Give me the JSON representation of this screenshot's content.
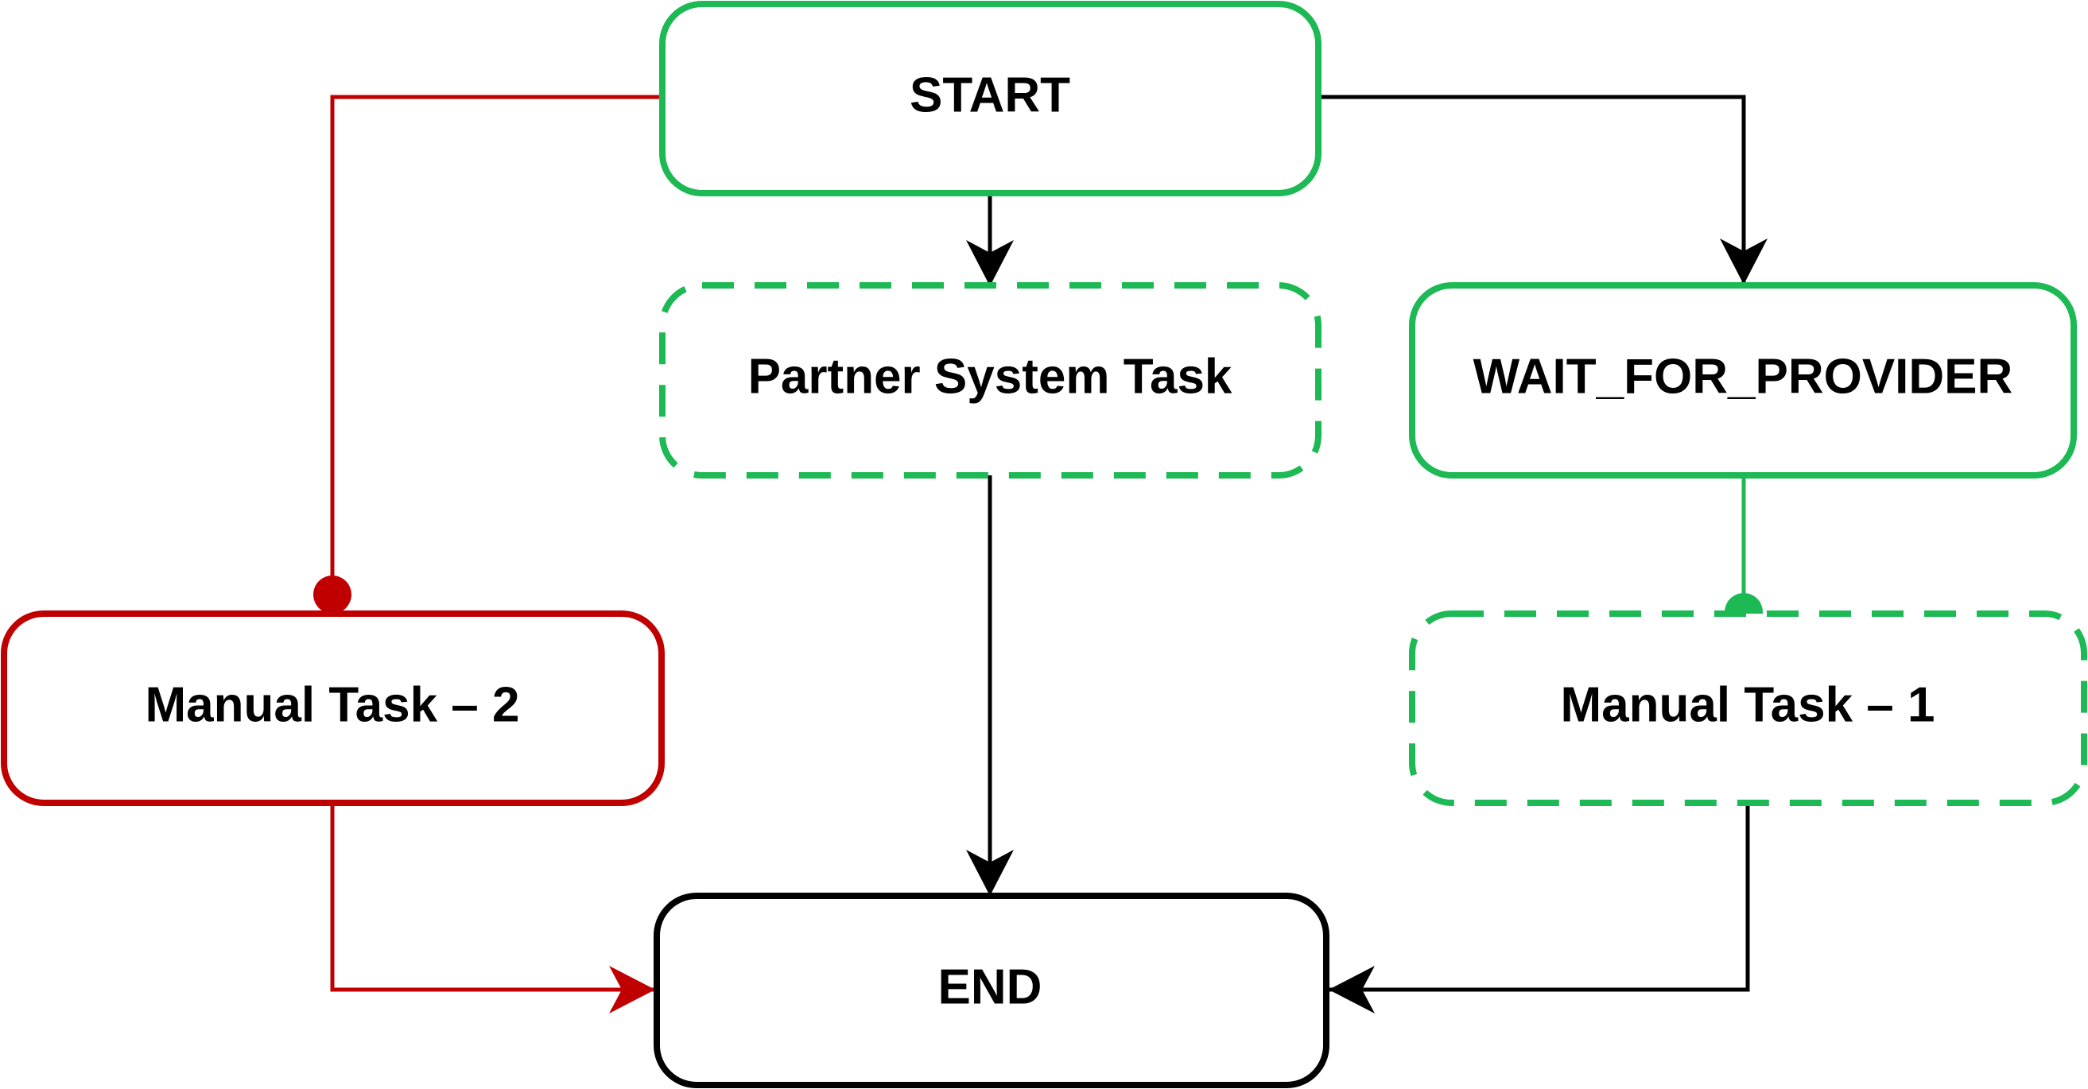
{
  "colors": {
    "green": "#1db954",
    "red": "#c00000",
    "black": "#000000"
  },
  "nodes": {
    "start": {
      "label": "START"
    },
    "partner_system_task": {
      "label": "Partner System Task"
    },
    "wait_for_provider": {
      "label": "WAIT_FOR_PROVIDER"
    },
    "manual_task_2": {
      "label": "Manual Task – 2"
    },
    "manual_task_1": {
      "label": "Manual Task – 1"
    },
    "end": {
      "label": "END"
    }
  },
  "edges": [
    {
      "from": "start",
      "to": "partner_system_task",
      "color": "black",
      "end": "arrow"
    },
    {
      "from": "start",
      "to": "wait_for_provider",
      "color": "black",
      "end": "arrow"
    },
    {
      "from": "start",
      "to": "manual_task_2",
      "color": "red",
      "end": "dot"
    },
    {
      "from": "wait_for_provider",
      "to": "manual_task_1",
      "color": "green",
      "end": "dot"
    },
    {
      "from": "partner_system_task",
      "to": "end",
      "color": "black",
      "end": "arrow"
    },
    {
      "from": "manual_task_2",
      "to": "end",
      "color": "red",
      "end": "arrow"
    },
    {
      "from": "manual_task_1",
      "to": "end",
      "color": "black",
      "end": "arrow"
    }
  ]
}
